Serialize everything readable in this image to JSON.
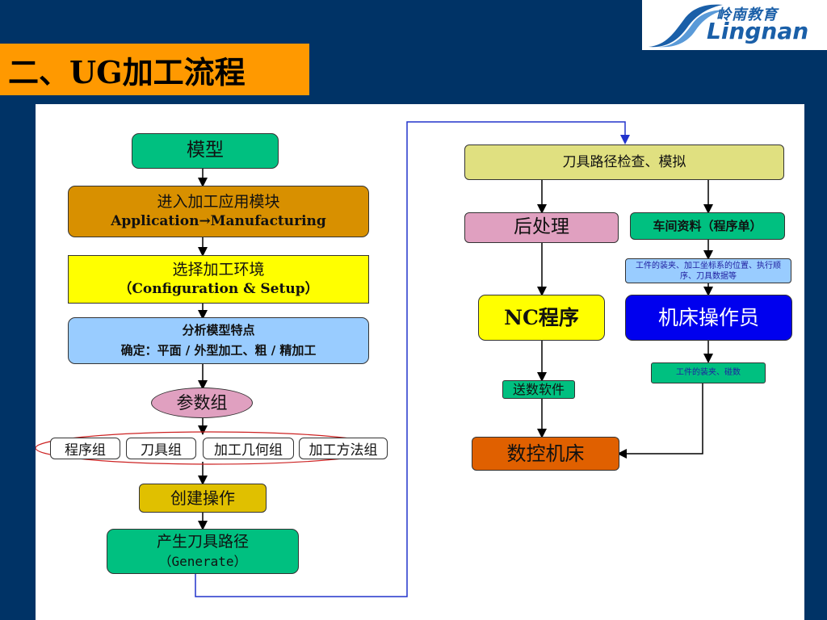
{
  "slide": {
    "title": "二、UG加工流程",
    "logo_cn": "岭南教育",
    "logo_en": "Lingnan"
  },
  "flow_left": {
    "model": "模型",
    "enter_module": "进入加工应用模块",
    "enter_module_path": "Application→Manufacturing",
    "select_env": "选择加工环境",
    "select_env_en": "（Configuration & Setup）",
    "analyze": "分析模型特点",
    "analyze_detail": "确定：平面 / 外型加工、粗 / 精加工",
    "param_group": "参数组",
    "groups": [
      "程序组",
      "刀具组",
      "加工几何组",
      "加工方法组"
    ],
    "create_op": "创建操作",
    "gen_path": "产生刀具路径",
    "gen_path_en": "（Generate）"
  },
  "flow_right": {
    "check_sim": "刀具路径检查、模拟",
    "post_process": "后处理",
    "workshop_doc": "车间资料（程序单）",
    "workshop_detail": "工件的装夹、加工坐标系的位置、执行顺序、刀具数据等",
    "nc_program": "NC程序",
    "operator": "机床操作员",
    "send_software": "送数软件",
    "setup_touch": "工件的装夹、碰数",
    "cnc_machine": "数控机床"
  },
  "colors": {
    "background": "#003366",
    "title_bar": "#ff9900",
    "green": "#00c080",
    "dark_gold": "#d89000",
    "yellow": "#ffff00",
    "light_blue": "#99ccff",
    "pink": "#e0a0c0",
    "gold": "#e0c000",
    "khaki": "#e0e080",
    "blue": "#0000ee",
    "orange": "#e06000"
  }
}
